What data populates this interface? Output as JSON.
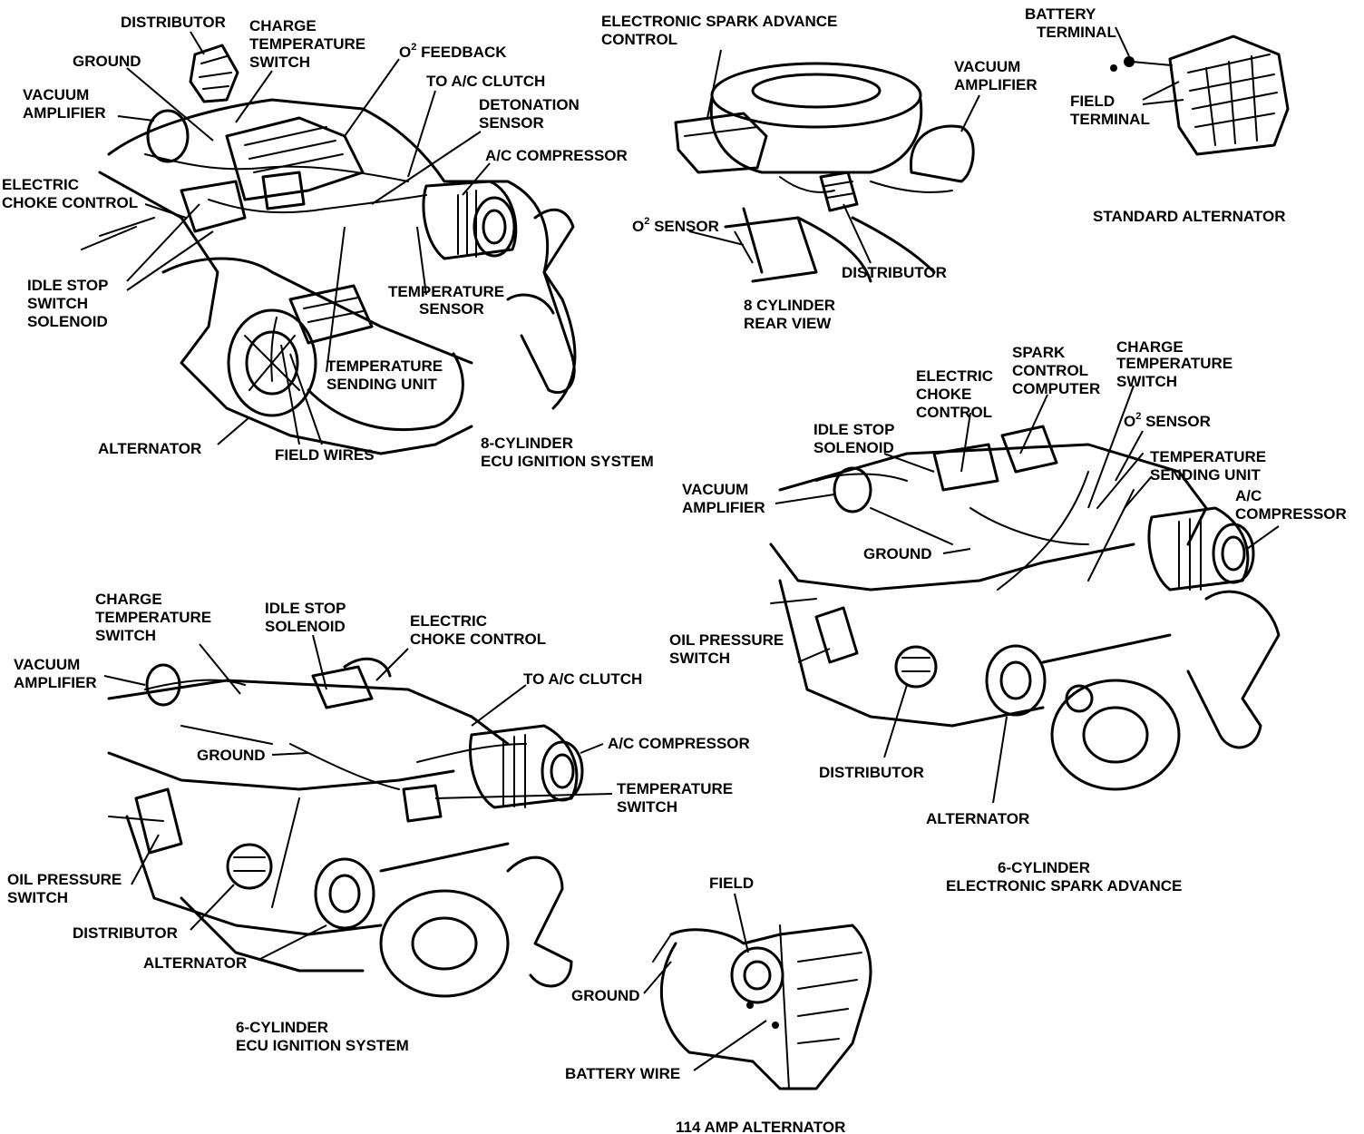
{
  "colors": {
    "ink": "#000000",
    "paper": "#ffffff"
  },
  "panels": {
    "eight_ecu": {
      "title": [
        "8-CYLINDER",
        "ECU IGNITION SYSTEM"
      ],
      "labels": {
        "distributor": [
          "DISTRIBUTOR"
        ],
        "ground": [
          "GROUND"
        ],
        "vacuum_amplifier": [
          "VACUUM",
          "AMPLIFIER"
        ],
        "charge_temp_switch": [
          "CHARGE",
          "TEMPERATURE",
          "SWITCH"
        ],
        "o2_feedback": [
          "O",
          "2",
          " FEEDBACK"
        ],
        "to_ac_clutch": [
          "TO A/C CLUTCH"
        ],
        "detonation_sensor": [
          "DETONATION",
          "SENSOR"
        ],
        "ac_compressor": [
          "A/C COMPRESSOR"
        ],
        "electric_choke_control": [
          "ELECTRIC",
          "CHOKE CONTROL"
        ],
        "idle_stop_switch_solenoid": [
          "IDLE STOP",
          "SWITCH",
          "SOLENOID"
        ],
        "temperature_sensor": [
          "TEMPERATURE",
          "SENSOR"
        ],
        "temperature_sending_unit": [
          "TEMPERATURE",
          "SENDING UNIT"
        ],
        "alternator": [
          "ALTERNATOR"
        ],
        "field_wires": [
          "FIELD WIRES"
        ]
      }
    },
    "eight_rear": {
      "title": [
        "8 CYLINDER",
        "REAR VIEW"
      ],
      "labels": {
        "electronic_spark_advance_control": [
          "ELECTRONIC SPARK ADVANCE",
          "CONTROL"
        ],
        "vacuum_amplifier": [
          "VACUUM",
          "AMPLIFIER"
        ],
        "o2_sensor": [
          "O",
          "2",
          " SENSOR"
        ],
        "distributor": [
          "DISTRIBUTOR"
        ]
      }
    },
    "standard_alt": {
      "title": [
        "STANDARD ALTERNATOR"
      ],
      "labels": {
        "battery_terminal": [
          "BATTERY",
          "TERMINAL"
        ],
        "field_terminal": [
          "FIELD",
          "TERMINAL"
        ]
      }
    },
    "six_esa": {
      "title": [
        "6-CYLINDER",
        "ELECTRONIC SPARK ADVANCE"
      ],
      "labels": {
        "electric_choke_control": [
          "ELECTRIC",
          "CHOKE",
          "CONTROL"
        ],
        "spark_control_computer": [
          "SPARK",
          "CONTROL",
          "COMPUTER"
        ],
        "charge_temp_switch": [
          "CHARGE",
          "TEMPERATURE",
          "SWITCH"
        ],
        "idle_stop_solenoid": [
          "IDLE STOP",
          "SOLENOID"
        ],
        "o2_sensor": [
          "O",
          "2",
          " SENSOR"
        ],
        "temperature_sending_unit": [
          "TEMPERATURE",
          "SENDING UNIT"
        ],
        "vacuum_amplifier": [
          "VACUUM",
          "AMPLIFIER"
        ],
        "ac_compressor": [
          "A/C",
          "COMPRESSOR"
        ],
        "ground": [
          "GROUND"
        ],
        "oil_pressure_switch": [
          "OIL PRESSURE",
          "SWITCH"
        ],
        "distributor": [
          "DISTRIBUTOR"
        ],
        "alternator": [
          "ALTERNATOR"
        ]
      }
    },
    "six_ecu": {
      "title": [
        "6-CYLINDER",
        "ECU IGNITION SYSTEM"
      ],
      "labels": {
        "charge_temp_switch": [
          "CHARGE",
          "TEMPERATURE",
          "SWITCH"
        ],
        "idle_stop_solenoid": [
          "IDLE STOP",
          "SOLENOID"
        ],
        "electric_choke_control": [
          "ELECTRIC",
          "CHOKE CONTROL"
        ],
        "vacuum_amplifier": [
          "VACUUM",
          "AMPLIFIER"
        ],
        "to_ac_clutch": [
          "TO A/C CLUTCH"
        ],
        "ground": [
          "GROUND"
        ],
        "ac_compressor": [
          "A/C COMPRESSOR"
        ],
        "temperature_switch": [
          "TEMPERATURE",
          "SWITCH"
        ],
        "oil_pressure_switch": [
          "OIL PRESSURE",
          "SWITCH"
        ],
        "distributor": [
          "DISTRIBUTOR"
        ],
        "alternator": [
          "ALTERNATOR"
        ]
      }
    },
    "amp114_alt": {
      "title": [
        "114 AMP ALTERNATOR"
      ],
      "labels": {
        "field": [
          "FIELD"
        ],
        "ground": [
          "GROUND"
        ],
        "battery_wire": [
          "BATTERY WIRE"
        ]
      }
    }
  }
}
